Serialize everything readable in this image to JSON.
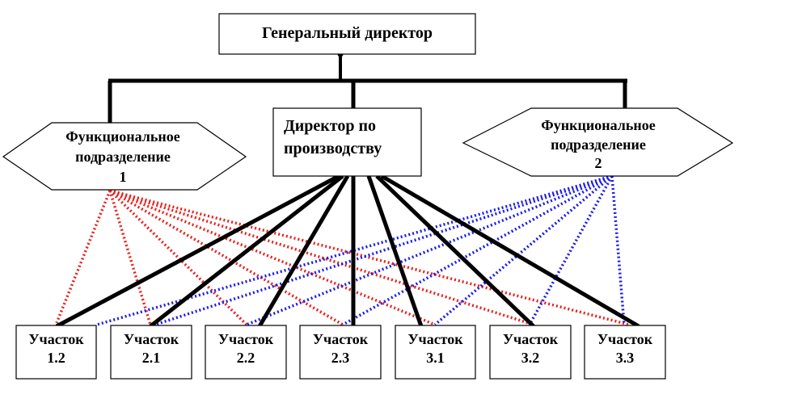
{
  "top": {
    "label": "Генеральный директор"
  },
  "production": {
    "lines": [
      "Директор по",
      "производству"
    ]
  },
  "functional": [
    {
      "lines": [
        "Функциональное",
        "подразделение",
        "1"
      ],
      "link_color": "#e8211b"
    },
    {
      "lines": [
        "Функциональное",
        "подразделение",
        "2"
      ],
      "link_color": "#1b1bea"
    }
  ],
  "sites": [
    {
      "lines": [
        "Участок",
        "1.2"
      ]
    },
    {
      "lines": [
        "Участок",
        "2.1"
      ]
    },
    {
      "lines": [
        "Участок",
        "2.2"
      ]
    },
    {
      "lines": [
        "Участок",
        "2.3"
      ]
    },
    {
      "lines": [
        "Участок",
        "3.1"
      ]
    },
    {
      "lines": [
        "Участок",
        "3.2"
      ]
    },
    {
      "lines": [
        "Участок",
        "3.3"
      ]
    }
  ],
  "colors": {
    "hierarchy": "#000000",
    "box_border": "#000000"
  }
}
